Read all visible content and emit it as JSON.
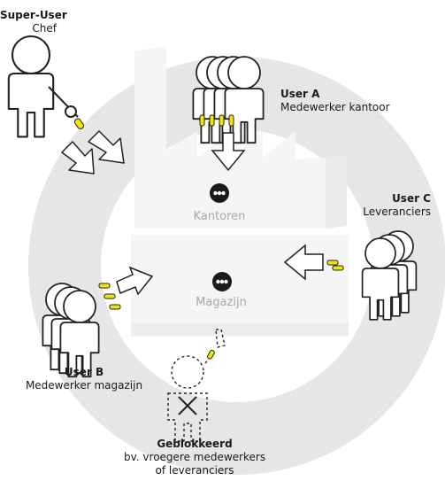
{
  "diagram": {
    "super_user": {
      "role": "Super-User",
      "desc": "Chef"
    },
    "user_a": {
      "role": "User A",
      "desc": "Medewerker kantoor"
    },
    "user_b": {
      "role": "User B",
      "desc": "Medewerker magazijn"
    },
    "user_c": {
      "role": "User C",
      "desc": "Leveranciers"
    },
    "blocked": {
      "role": "Geblokkeerd",
      "desc_line1": "bv. vroegere medewerkers",
      "desc_line2": "of leveranciers"
    },
    "offices_label": "Kantoren",
    "warehouse_label": "Magazijn",
    "colors": {
      "ring": "#e6e6e6",
      "building": "#f5f5f5",
      "accent": "#f3e600",
      "stroke": "#222222",
      "muted_text": "#a8a8a8"
    },
    "icons": [
      "lock-icon",
      "person-icon",
      "arrow-icon",
      "cross-icon"
    ]
  }
}
